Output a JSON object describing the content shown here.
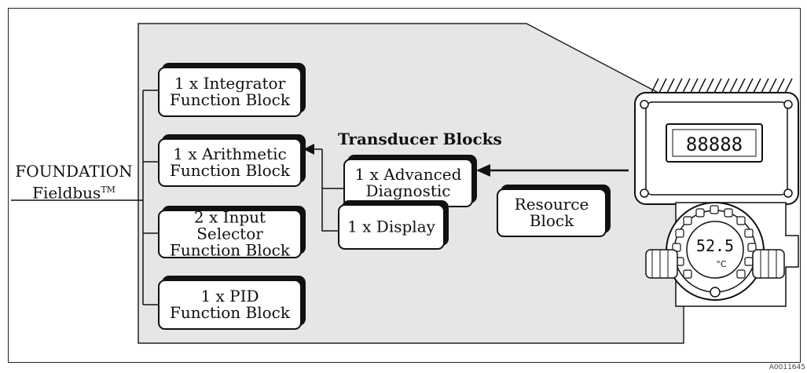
{
  "fieldbus": {
    "line1": "FOUNDATION",
    "line2": "Fieldbus",
    "trademark": "TM"
  },
  "function_blocks": [
    {
      "line1": "1 x Integrator",
      "line2": "Function Block"
    },
    {
      "line1": "1 x Arithmetic",
      "line2": "Function Block"
    },
    {
      "line1": "2 x Input Selector",
      "line2": "Function Block"
    },
    {
      "line1": "1 x PID",
      "line2": "Function Block"
    }
  ],
  "transducer": {
    "title": "Transducer Blocks",
    "advanced": {
      "line1": "1 x Advanced",
      "line2": "Diagnostic"
    },
    "display": {
      "label": "1 x Display"
    }
  },
  "resource": {
    "line1": "Resource",
    "line2": "Block"
  },
  "device": {
    "display_top": "88888",
    "display_bottom": "52.5",
    "unit": "°C"
  },
  "figure_code": "A0011645"
}
